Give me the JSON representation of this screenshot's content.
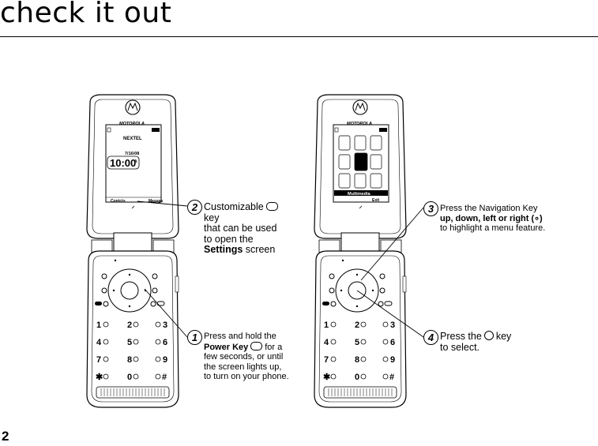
{
  "page_title": "check it out",
  "page_number": "2",
  "phone_left": {
    "brand": "MOTOROLA",
    "carrier": "NEXTEL",
    "date": "7/16/08",
    "time": "10:00",
    "ampm": "A",
    "softkey_left": "Contcts",
    "softkey_right": "Messgs"
  },
  "phone_right": {
    "brand": "MOTOROLA",
    "menu_label": "Multimedia",
    "softkey_right": "Exit"
  },
  "callouts": [
    {
      "number": "2",
      "line1": "Customizable",
      "line1b": "key",
      "line2": "that can be used",
      "line3": "to open the",
      "line4_bold": "Settings",
      "line4": " screen"
    },
    {
      "number": "1",
      "line1": "Press and hold the",
      "line2_bold": "Power Key",
      "line2b": "for a",
      "line3": "few seconds, or until",
      "line4": "the screen lights up,",
      "line5": "to turn on your phone."
    },
    {
      "number": "3",
      "line1": "Press the Navigation Key",
      "line2_bold": "up, down, left or right",
      "line2b": "(∘)",
      "line3": "to highlight a menu feature."
    },
    {
      "number": "4",
      "line1": "Press the",
      "line1b": "key",
      "line2": "to select."
    }
  ]
}
